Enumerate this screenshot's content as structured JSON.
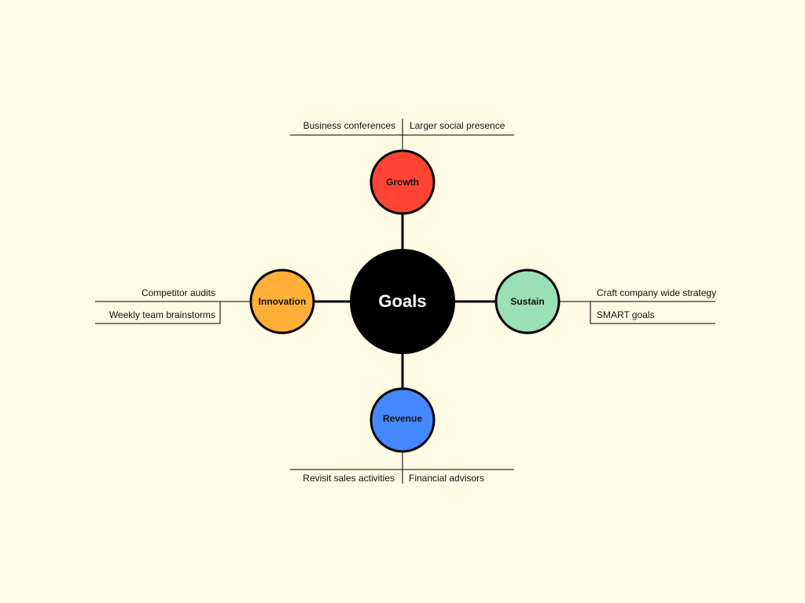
{
  "center": {
    "label": "Goals",
    "color": "#000000"
  },
  "branches": {
    "growth": {
      "label": "Growth",
      "color": "#FF4433",
      "items": [
        "Business conferences",
        "Larger social presence"
      ]
    },
    "innovation": {
      "label": "Innovation",
      "color": "#FFAF38",
      "items": [
        "Competitor audits",
        "Weekly team brainstorms"
      ]
    },
    "sustain": {
      "label": "Sustain",
      "color": "#9AE0B4",
      "items": [
        "Craft company wide strategy",
        "SMART goals"
      ]
    },
    "revenue": {
      "label": "Revenue",
      "color": "#4488FF",
      "items": [
        "Revisit sales activities",
        "Financial advisors"
      ]
    }
  },
  "colors": {
    "background": "#FFFBE4",
    "stroke": "#000000"
  }
}
